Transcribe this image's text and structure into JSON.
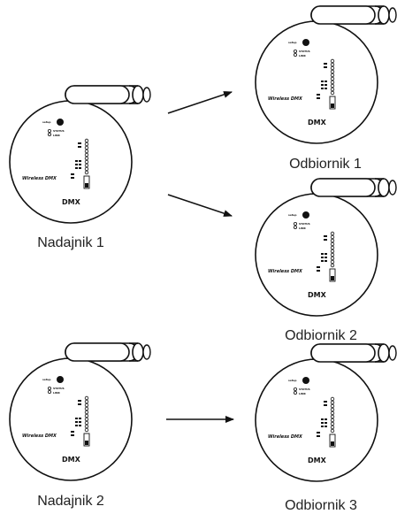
{
  "devices": [
    {
      "id": "nadajnik-1",
      "label": "Nadajnik 1",
      "role": "transmitter"
    },
    {
      "id": "odbiornik-1",
      "label": "Odbiornik 1",
      "role": "receiver"
    },
    {
      "id": "odbiornik-2",
      "label": "Odbiornik 2",
      "role": "receiver"
    },
    {
      "id": "nadajnik-2",
      "label": "Nadajnik 2",
      "role": "transmitter"
    },
    {
      "id": "odbiornik-3",
      "label": "Odbiornik 3",
      "role": "receiver"
    }
  ],
  "device_text": {
    "setup": "setup",
    "status": "STATUS",
    "link": "LINK",
    "product": "Wireless DMX",
    "logo": "DMX"
  },
  "connections": [
    {
      "from": "nadajnik-1",
      "to": "odbiornik-1"
    },
    {
      "from": "nadajnik-1",
      "to": "odbiornik-2"
    },
    {
      "from": "nadajnik-2",
      "to": "odbiornik-3"
    }
  ],
  "colors": {
    "line": "#111111",
    "background": "#ffffff"
  }
}
